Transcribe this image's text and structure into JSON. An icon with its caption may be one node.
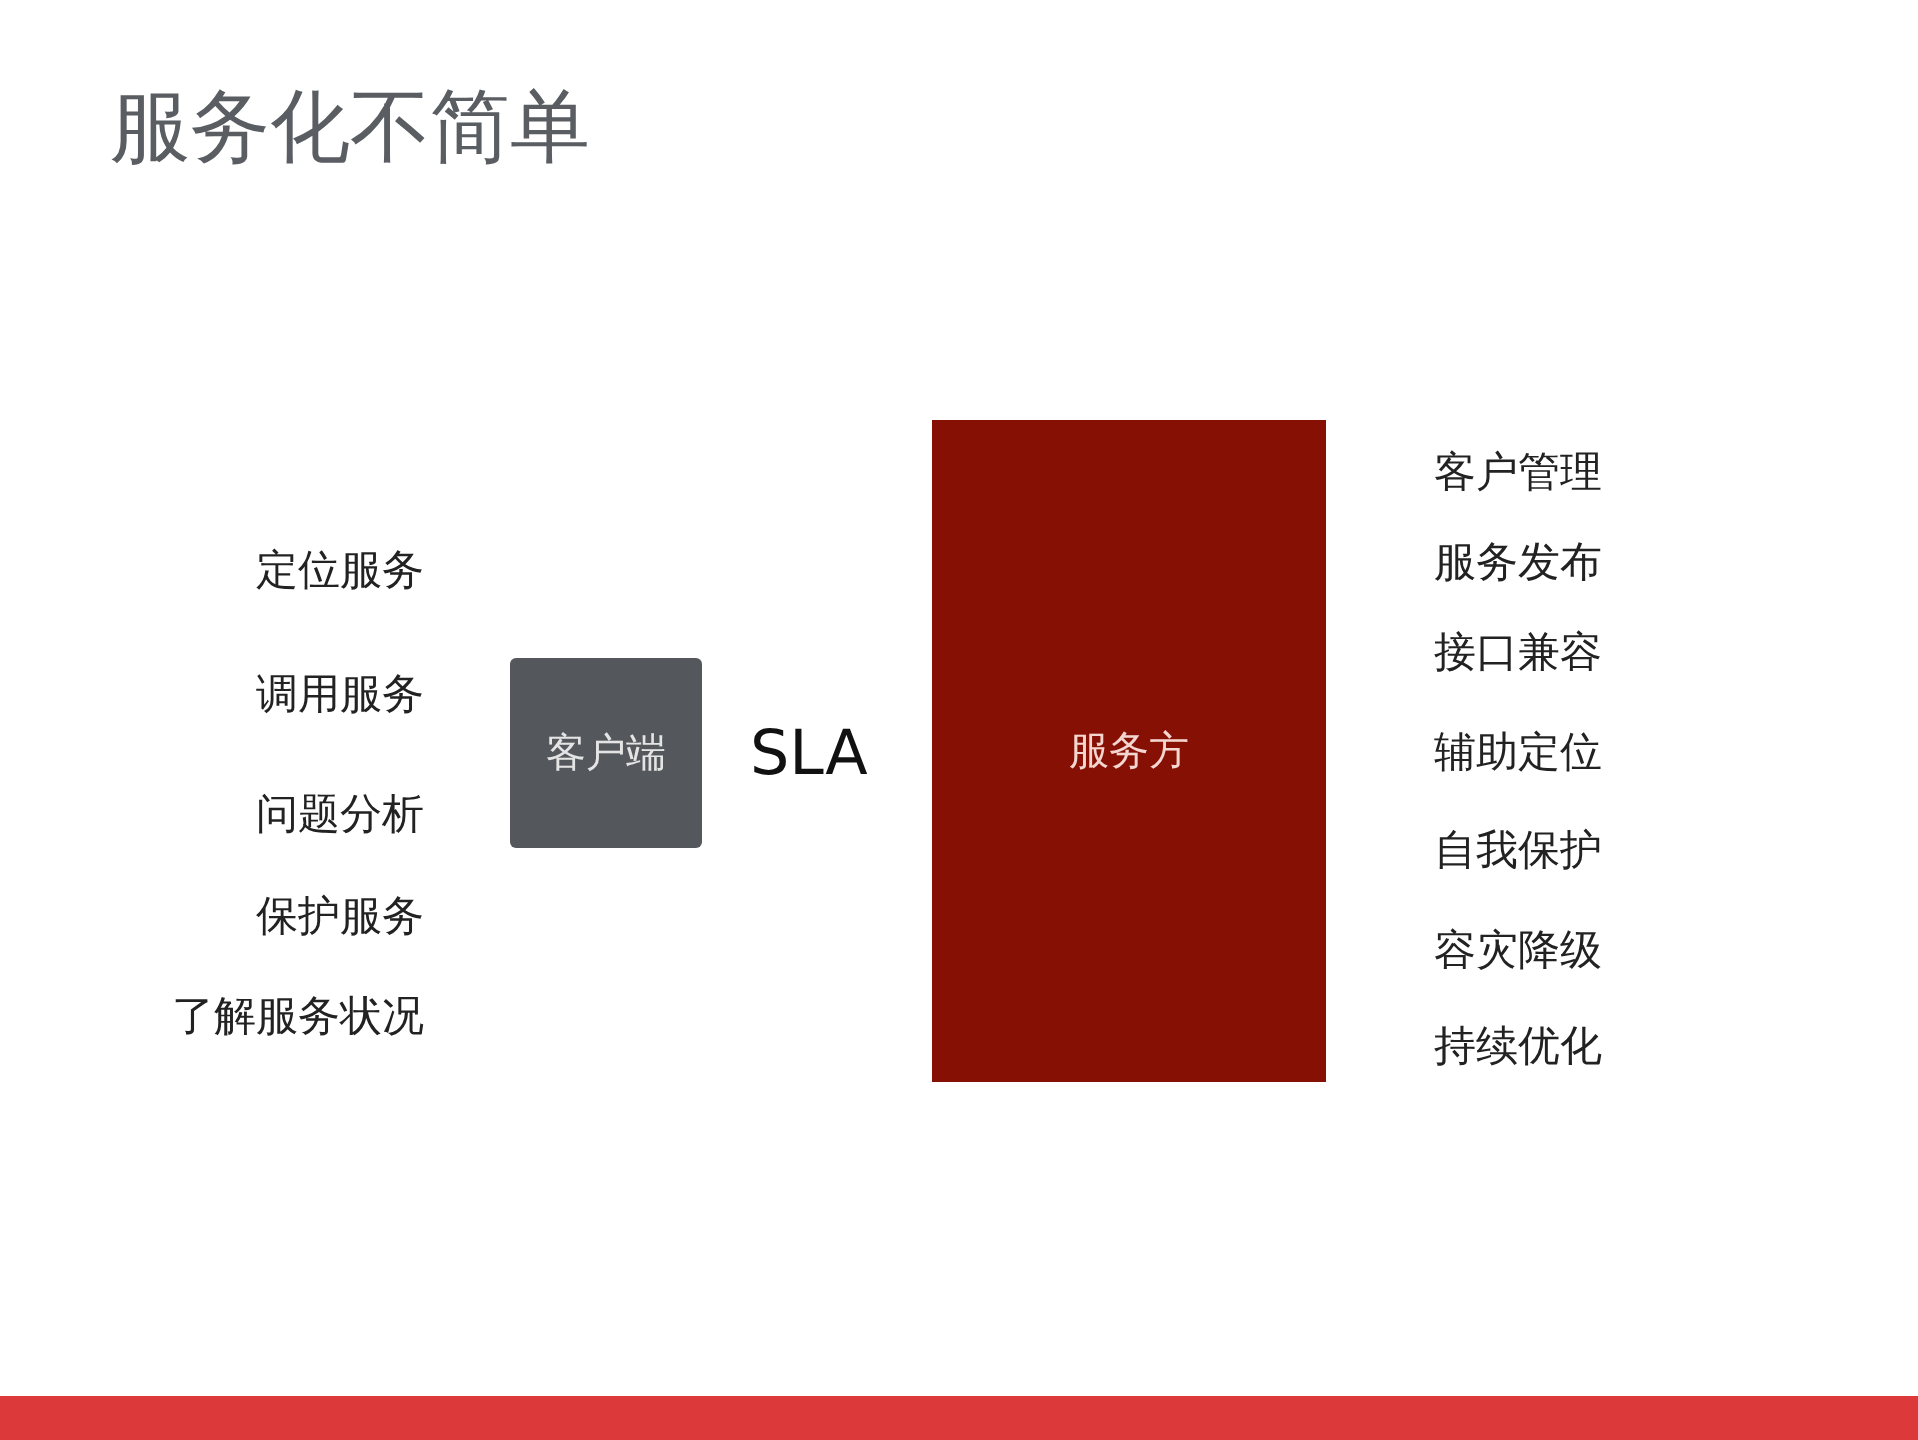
{
  "diagram": {
    "title": "服务化不简单",
    "nodes": [
      {
        "text": [
          "客户端"
        ],
        "beside": [
          "定位服务",
          "调用服务",
          "问题分析",
          "保护服务",
          "了解服务状况"
        ]
      },
      {
        "text": [
          "服务方"
        ],
        "beside": [
          "客户管理",
          "服务发布",
          "接口兼容",
          "辅助定位",
          "自我保护",
          "容灾降级",
          "持续优化"
        ]
      }
    ],
    "labels": [
      "SLA"
    ]
  }
}
